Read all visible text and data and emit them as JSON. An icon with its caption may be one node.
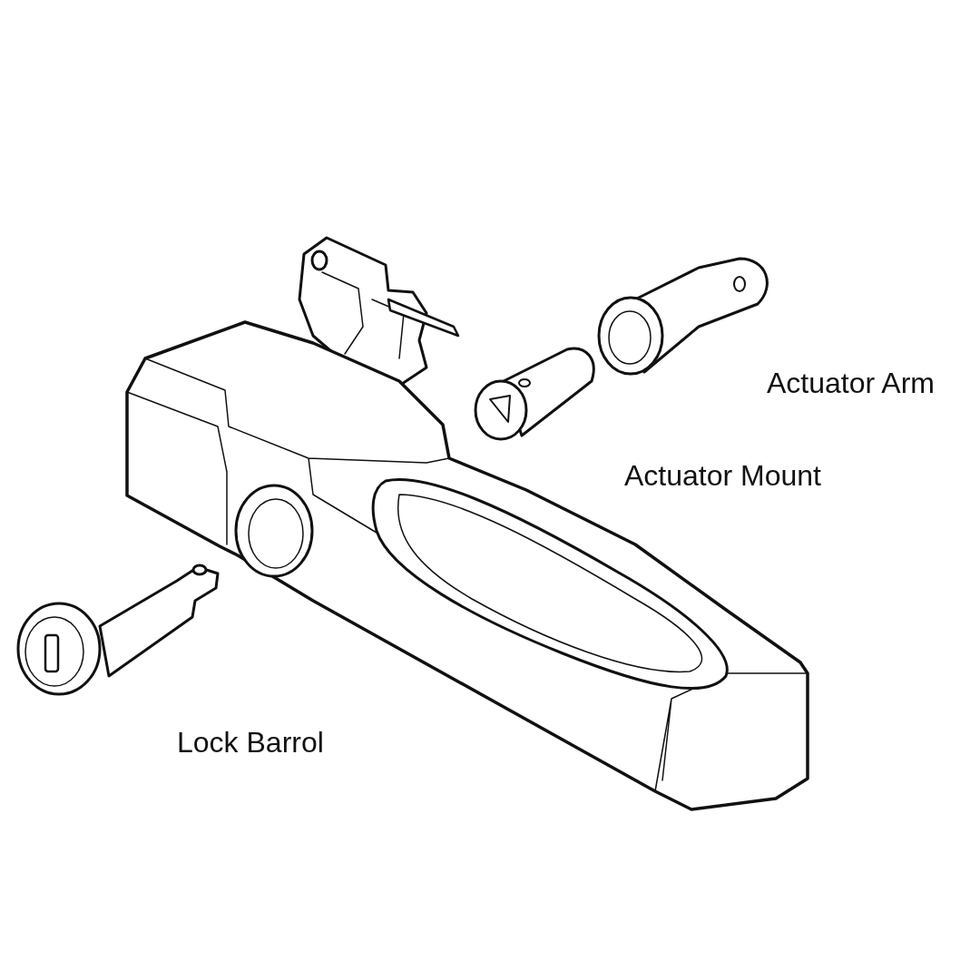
{
  "diagram": {
    "labels": [
      "Actuator Arm",
      "Actuator Mount",
      "Lock Barrol"
    ]
  }
}
